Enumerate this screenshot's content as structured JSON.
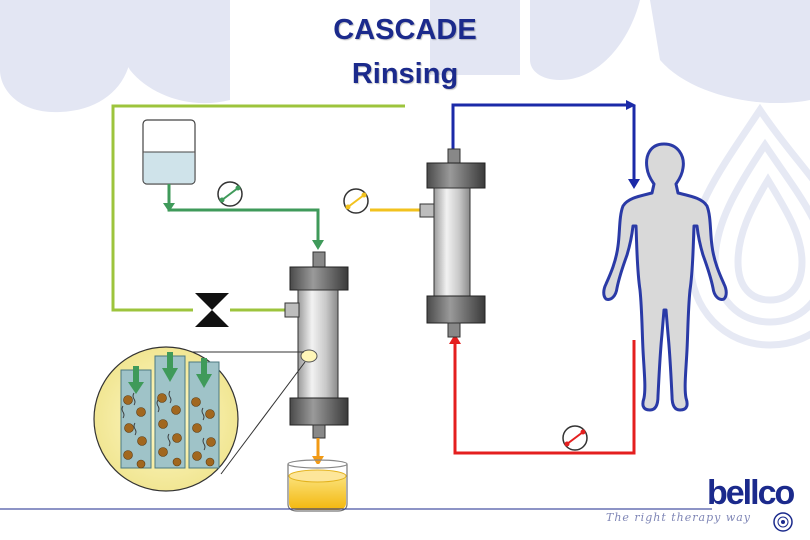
{
  "title": {
    "line1": "CASCADE",
    "line2": "Rinsing"
  },
  "brand": {
    "name": "bellco",
    "tagline": "The right therapy way"
  },
  "colors": {
    "title": "#1b2a8c",
    "line_green_light": "#9dc43c",
    "line_green": "#3f9a5a",
    "line_yellow": "#f2c21e",
    "line_blue": "#1b2aa8",
    "line_red": "#e41f1f",
    "patient_outline": "#2a3aa6",
    "watermark": "#dfe2f2"
  },
  "icons": {
    "pump": "pump-icon",
    "clamp": "clamp-valve-icon",
    "patient": "patient-silhouette-icon",
    "seal": "bellco-seal-icon"
  }
}
